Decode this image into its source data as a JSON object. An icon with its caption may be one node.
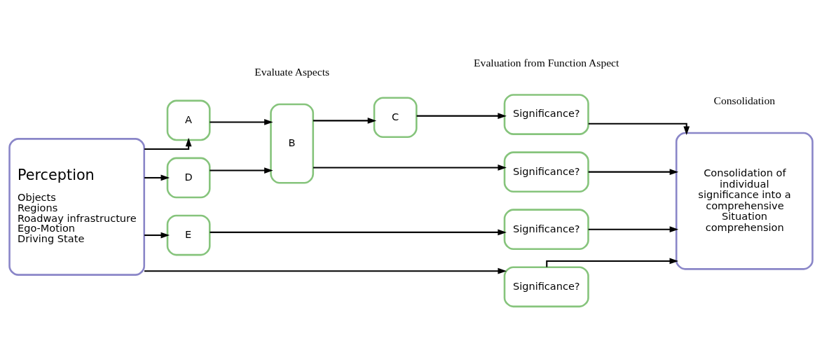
{
  "diagram": {
    "nodes": [
      {
        "text": [
          "Perception",
          "Objects",
          "Regions",
          "Roadway infrastructure",
          "Ego-Motion",
          "Driving State"
        ]
      },
      {
        "text": [
          "A"
        ]
      },
      {
        "text": [
          "B"
        ]
      },
      {
        "text": [
          "C"
        ]
      },
      {
        "text": [
          "Significance?"
        ]
      },
      {
        "text": [
          "D"
        ]
      },
      {
        "text": [
          "Significance?"
        ]
      },
      {
        "text": [
          "E"
        ]
      },
      {
        "text": [
          "Significance?"
        ]
      },
      {
        "text": [
          "Significance?"
        ]
      },
      {
        "text": [
          "Consolidation of individual significance into a comprehensive Situation comprehension"
        ]
      }
    ],
    "edges": [
      {
        "from": 0,
        "to": 1,
        "arrow": "to"
      },
      {
        "from": 0,
        "to": 5,
        "arrow": "to"
      },
      {
        "from": 0,
        "to": 7,
        "arrow": "to"
      },
      {
        "from": 0,
        "to": 9,
        "arrow": "to"
      },
      {
        "from": 1,
        "to": 2,
        "arrow": "to"
      },
      {
        "from": 5,
        "to": 2,
        "arrow": "to"
      },
      {
        "from": 2,
        "to": 3,
        "arrow": "to"
      },
      {
        "from": 3,
        "to": 4,
        "arrow": "to"
      },
      {
        "from": 2,
        "to": 6,
        "arrow": "to"
      },
      {
        "from": 7,
        "to": 8,
        "arrow": "to"
      },
      {
        "from": 4,
        "to": 10,
        "arrow": "to"
      },
      {
        "from": 6,
        "to": 10,
        "arrow": "to"
      },
      {
        "from": 8,
        "to": 10,
        "arrow": "to"
      },
      {
        "from": 9,
        "to": 10,
        "arrow": "to"
      }
    ],
    "labels": [
      "Evaluate Aspects",
      "Evaluation from Function Aspect",
      "Consolidation"
    ]
  }
}
